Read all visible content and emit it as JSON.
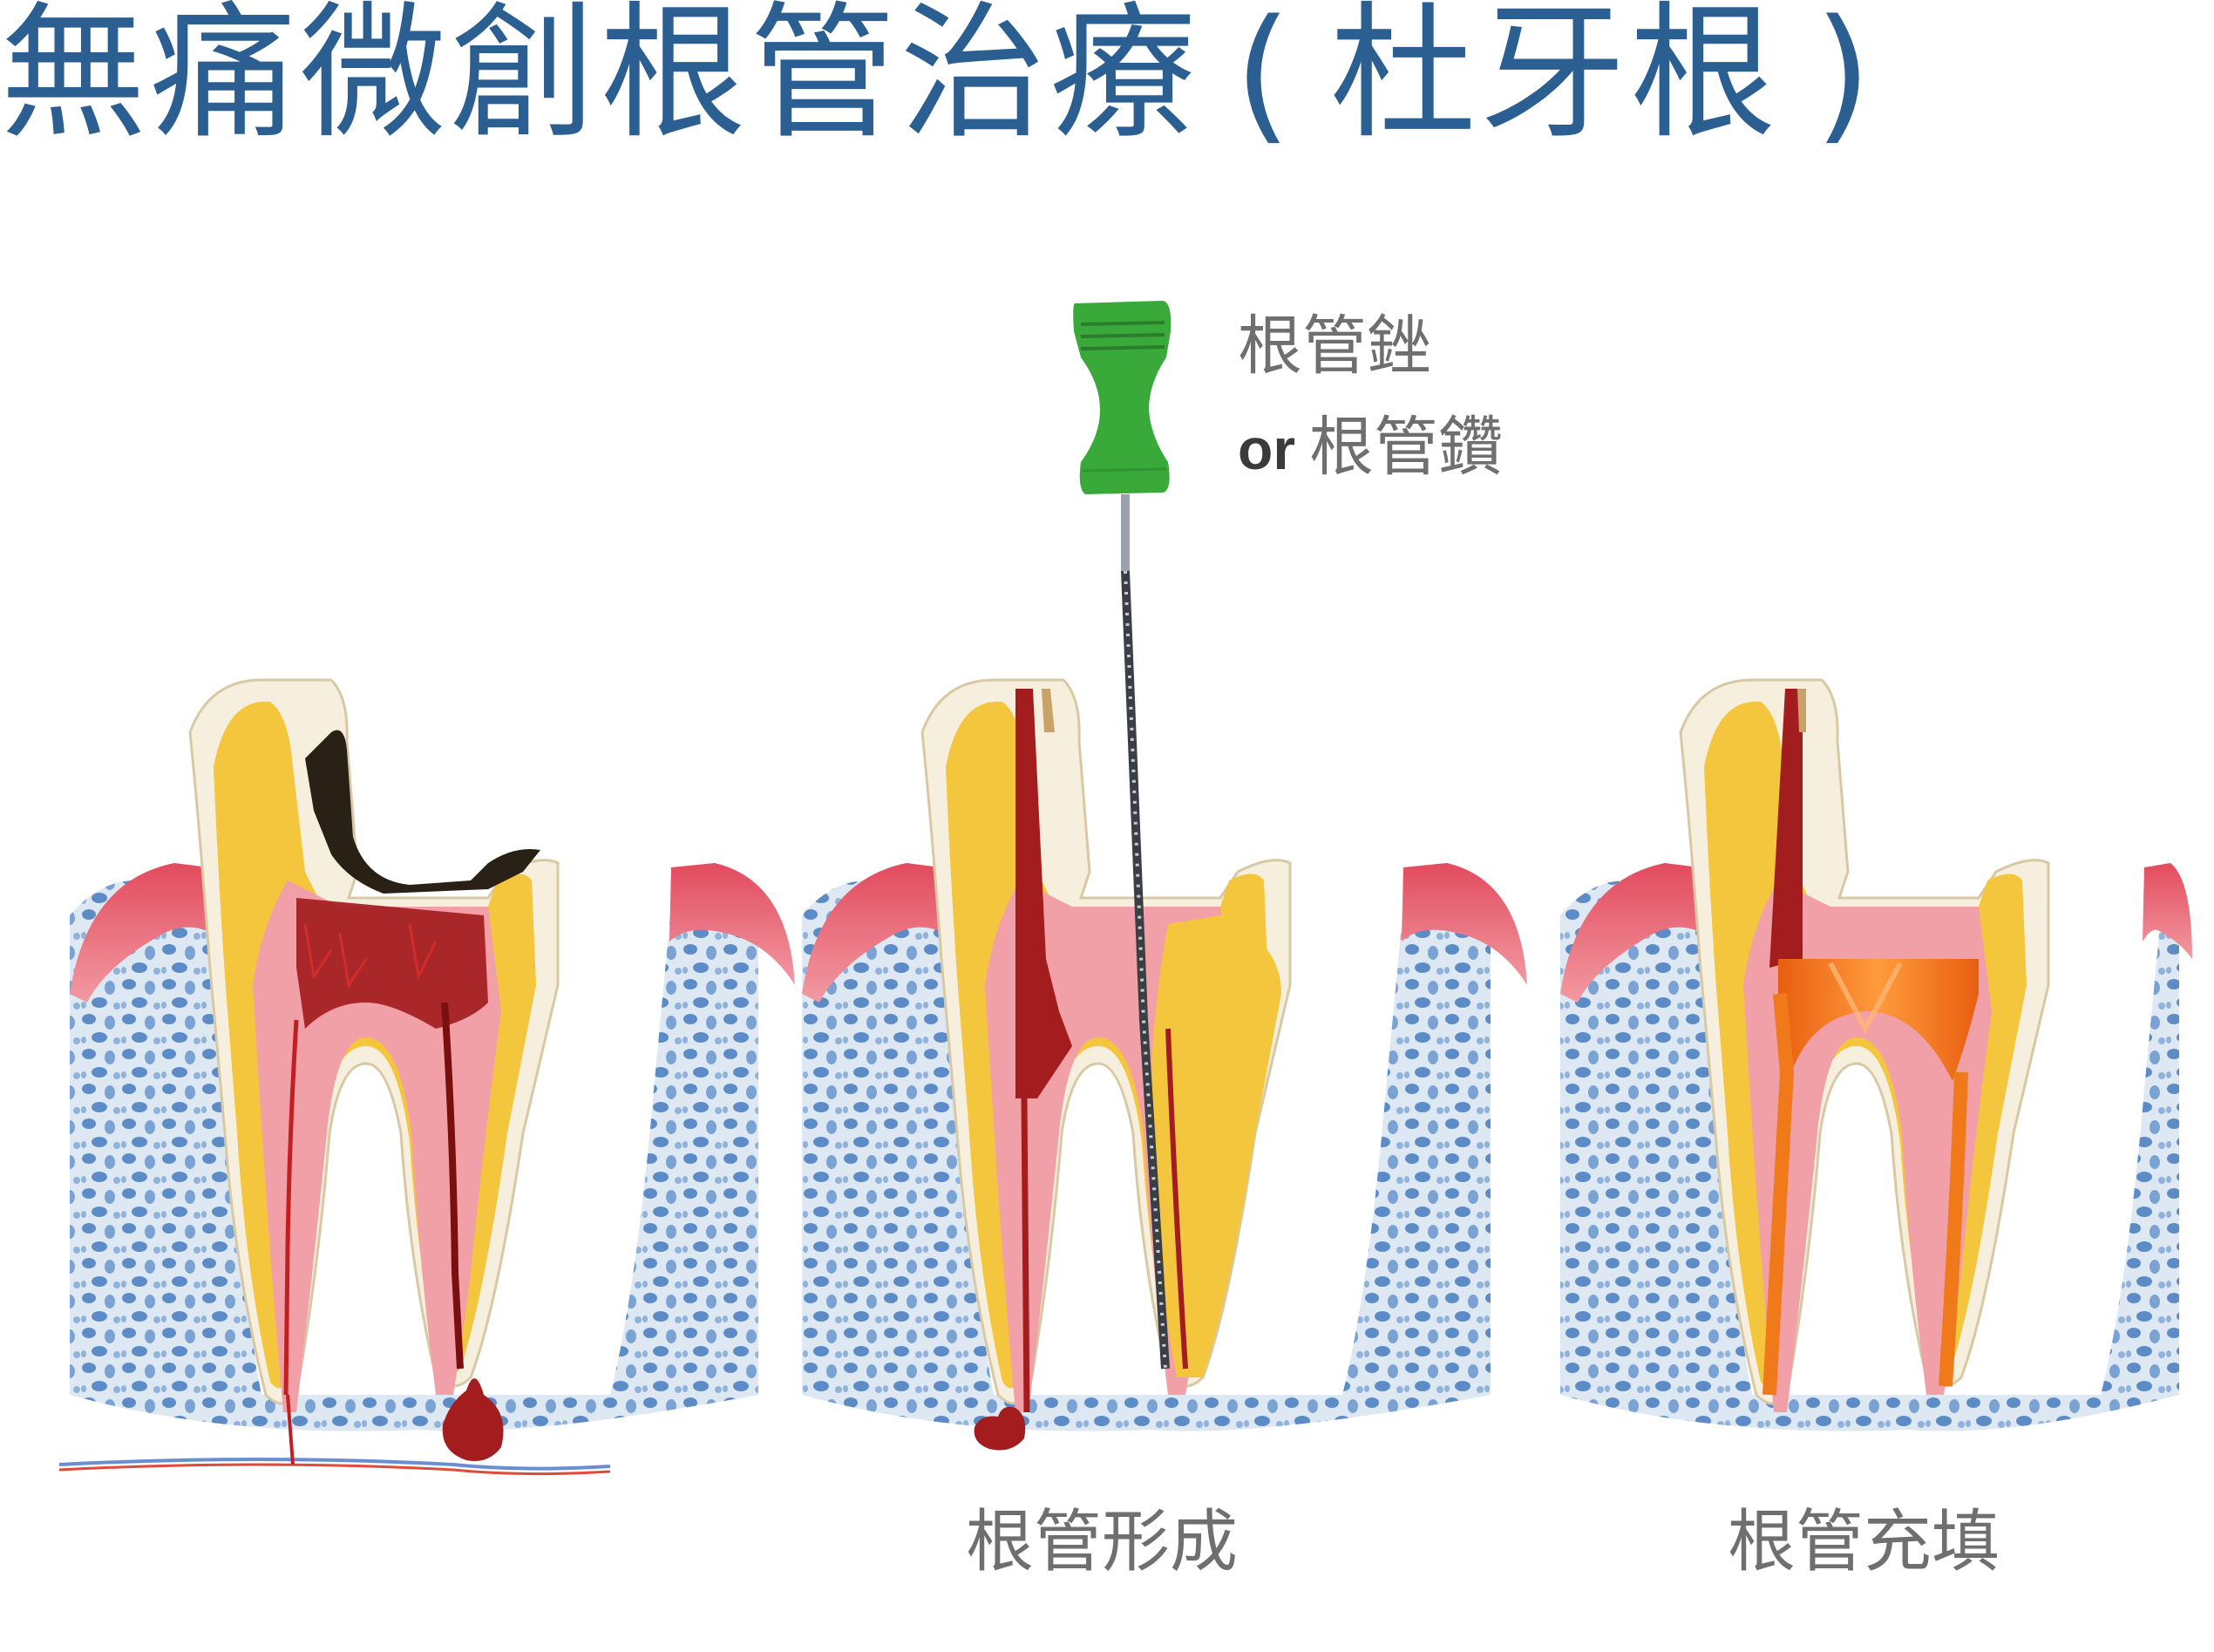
{
  "title": {
    "main": "無痛微創根管治療",
    "open_paren": "(",
    "sub": "杜牙根",
    "close_paren": ")"
  },
  "instrument": {
    "file_label": "根管銼",
    "or_word": "or",
    "drill_label": "根管鑽"
  },
  "captions": {
    "panel_shaping": "根管形成",
    "panel_filling": "根管充填"
  },
  "colors": {
    "title_blue": "#2c5f91",
    "caption_gray": "#6f6f6f",
    "enamel": "#f6efdd",
    "dentin": "#f4c63d",
    "gum": "#ec6b7a",
    "bone": "#dde8f3",
    "pulp_infected": "#a31c1e",
    "filling": "#f07a1a",
    "instrument_green": "#39a93a"
  }
}
